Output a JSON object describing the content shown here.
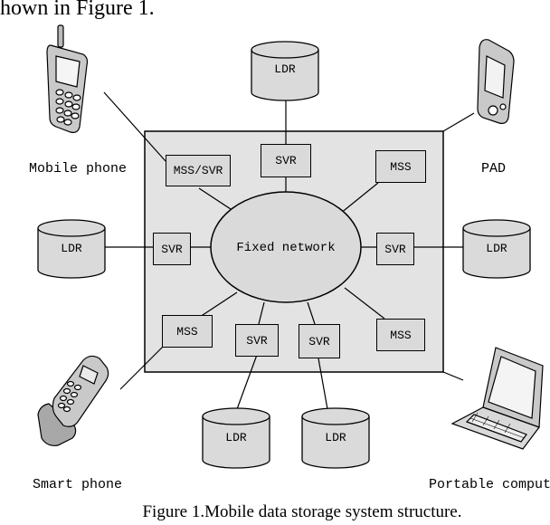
{
  "top_text": "hown in Figure 1.",
  "caption": "Figure 1.Mobile data storage system structure.",
  "center_label": "Fixed network",
  "nodes": {
    "mss_svr": "MSS/SVR",
    "svr_top": "SVR",
    "mss_top_right": "MSS",
    "svr_left": "SVR",
    "svr_right": "SVR",
    "mss_bottom_left": "MSS",
    "svr_bottom_1": "SVR",
    "svr_bottom_2": "SVR",
    "mss_bottom_right": "MSS"
  },
  "ldr": {
    "top": "LDR",
    "left": "LDR",
    "right": "LDR",
    "bottom_1": "LDR",
    "bottom_2": "LDR"
  },
  "devices": {
    "mobile_phone": "Mobile phone",
    "pad": "PAD",
    "smart_phone": "Smart phone",
    "portable_computer": "Portable computer"
  }
}
